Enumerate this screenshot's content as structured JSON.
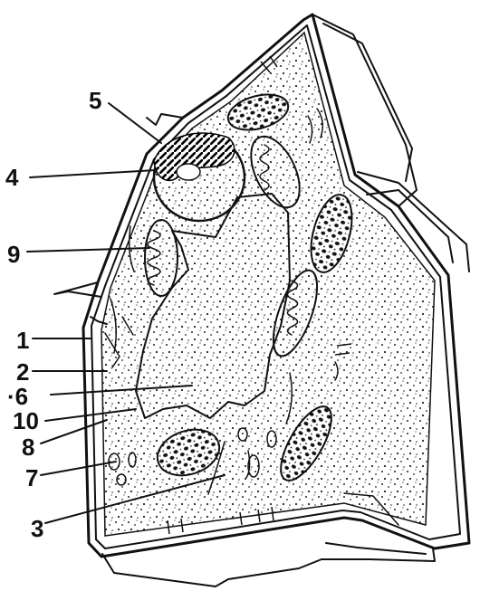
{
  "diagram": {
    "labels": [
      {
        "id": "l1",
        "text": "1"
      },
      {
        "id": "l2",
        "text": "2"
      },
      {
        "id": "l3",
        "text": "3"
      },
      {
        "id": "l4",
        "text": "4"
      },
      {
        "id": "l5",
        "text": "5"
      },
      {
        "id": "l6",
        "text": "·6"
      },
      {
        "id": "l7",
        "text": "7"
      },
      {
        "id": "l8",
        "text": "8"
      },
      {
        "id": "l9",
        "text": "9"
      },
      {
        "id": "l10",
        "text": "10"
      }
    ]
  }
}
